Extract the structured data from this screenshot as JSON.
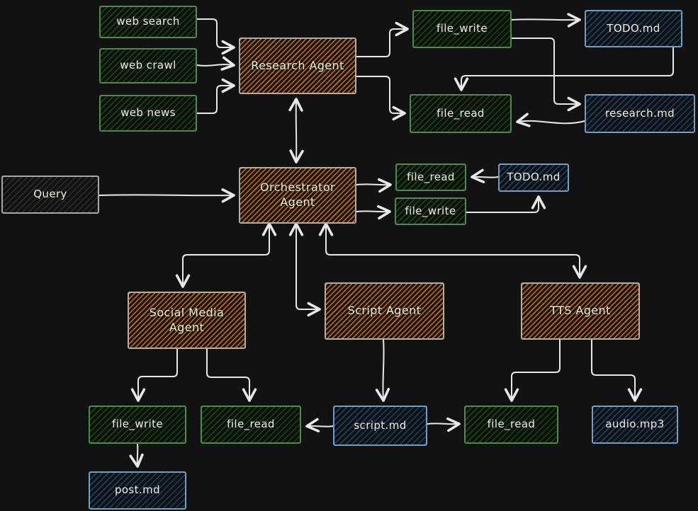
{
  "canvas": {
    "background": "#121212",
    "colors": {
      "arrow": "#e8e8e8",
      "text": "#f0ede4",
      "tool_green": "#4d8b4f",
      "file_blue": "#6f9fc7",
      "neutral_gray": "#a8a8a8",
      "agent_hatch_orange": "#b06c1a"
    }
  },
  "nodes": {
    "web_search": {
      "label": "web search",
      "kind": "tool"
    },
    "web_crawl": {
      "label": "web crawl",
      "kind": "tool"
    },
    "web_news": {
      "label": "web news",
      "kind": "tool"
    },
    "research_agent": {
      "label": "Research Agent",
      "kind": "agent"
    },
    "file_write_top": {
      "label": "file_write",
      "kind": "tool"
    },
    "todo_md_top": {
      "label": "TODO.md",
      "kind": "file"
    },
    "file_read_top": {
      "label": "file_read",
      "kind": "tool"
    },
    "research_md": {
      "label": "research.md",
      "kind": "file"
    },
    "query": {
      "label": "Query",
      "kind": "input"
    },
    "orchestrator": {
      "label": "Orchestrator Agent",
      "kind": "agent"
    },
    "file_read_mid": {
      "label": "file_read",
      "kind": "tool"
    },
    "todo_md_mid": {
      "label": "TODO.md",
      "kind": "file"
    },
    "file_write_mid": {
      "label": "file_write",
      "kind": "tool"
    },
    "social_media_agent": {
      "label": "Social Media Agent",
      "kind": "agent"
    },
    "script_agent": {
      "label": "Script Agent",
      "kind": "agent"
    },
    "tts_agent": {
      "label": "TTS Agent",
      "kind": "agent"
    },
    "file_write_bottom": {
      "label": "file_write",
      "kind": "tool"
    },
    "file_read_bottom_left": {
      "label": "file_read",
      "kind": "tool"
    },
    "script_md": {
      "label": "script.md",
      "kind": "file"
    },
    "file_read_bottom_right": {
      "label": "file_read",
      "kind": "tool"
    },
    "audio_mp3": {
      "label": "audio.mp3",
      "kind": "file"
    },
    "post_md": {
      "label": "post.md",
      "kind": "file"
    }
  },
  "edges": [
    {
      "from": "web_search",
      "to": "research_agent",
      "bidirectional": false
    },
    {
      "from": "web_crawl",
      "to": "research_agent",
      "bidirectional": false
    },
    {
      "from": "web_news",
      "to": "research_agent",
      "bidirectional": false
    },
    {
      "from": "query",
      "to": "orchestrator",
      "bidirectional": false
    },
    {
      "from": "research_agent",
      "to": "orchestrator",
      "bidirectional": true
    },
    {
      "from": "research_agent",
      "to": "file_write_top",
      "bidirectional": false
    },
    {
      "from": "research_agent",
      "to": "file_read_top",
      "bidirectional": false
    },
    {
      "from": "file_write_top",
      "to": "todo_md_top",
      "bidirectional": false
    },
    {
      "from": "file_write_top",
      "to": "research_md",
      "bidirectional": false
    },
    {
      "from": "todo_md_top",
      "to": "file_read_top",
      "bidirectional": false
    },
    {
      "from": "research_md",
      "to": "file_read_top",
      "bidirectional": false
    },
    {
      "from": "orchestrator",
      "to": "file_read_mid",
      "bidirectional": false
    },
    {
      "from": "orchestrator",
      "to": "file_write_mid",
      "bidirectional": false
    },
    {
      "from": "todo_md_mid",
      "to": "file_read_mid",
      "bidirectional": false
    },
    {
      "from": "file_write_mid",
      "to": "todo_md_mid",
      "bidirectional": false
    },
    {
      "from": "orchestrator",
      "to": "social_media_agent",
      "bidirectional": true
    },
    {
      "from": "orchestrator",
      "to": "script_agent",
      "bidirectional": true
    },
    {
      "from": "orchestrator",
      "to": "tts_agent",
      "bidirectional": true
    },
    {
      "from": "social_media_agent",
      "to": "file_write_bottom",
      "bidirectional": false
    },
    {
      "from": "social_media_agent",
      "to": "file_read_bottom_left",
      "bidirectional": false
    },
    {
      "from": "file_write_bottom",
      "to": "post_md",
      "bidirectional": false
    },
    {
      "from": "script_agent",
      "to": "script_md",
      "bidirectional": false
    },
    {
      "from": "script_md",
      "to": "file_read_bottom_left",
      "bidirectional": false
    },
    {
      "from": "script_md",
      "to": "file_read_bottom_right",
      "bidirectional": false
    },
    {
      "from": "tts_agent",
      "to": "file_read_bottom_right",
      "bidirectional": false
    },
    {
      "from": "tts_agent",
      "to": "audio_mp3",
      "bidirectional": false
    }
  ]
}
